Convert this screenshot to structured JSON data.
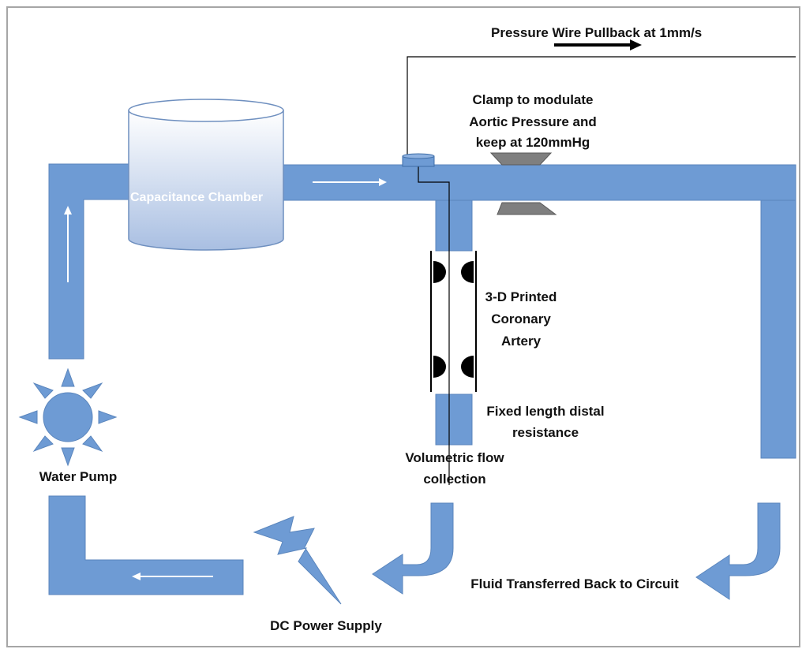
{
  "labels": {
    "pressure_wire": "Pressure Wire Pullback at 1mm/s",
    "clamp_line1": "Clamp to modulate",
    "clamp_line2": "Aortic Pressure and",
    "clamp_line3": "keep at 120mmHg",
    "capacitance_chamber": "Capacitance Chamber",
    "artery_line1": "3-D Printed",
    "artery_line2": "Coronary",
    "artery_line3": "Artery",
    "distal_line1": "Fixed length distal",
    "distal_line2": "resistance",
    "flow_line1": "Volumetric flow",
    "flow_line2": "collection",
    "water_pump": "Water Pump",
    "fluid_back": "Fluid Transferred Back to Circuit",
    "dc_power": "DC Power Supply"
  },
  "colors": {
    "pipe": "#6e9bd4",
    "pipe_stroke": "#5b86bd",
    "clamp": "#7f7f7f",
    "stenosis": "#000000",
    "frame": "#a6a6a6"
  },
  "icons": {
    "pump": "sun-icon",
    "power": "lightning-bolt-icon"
  }
}
